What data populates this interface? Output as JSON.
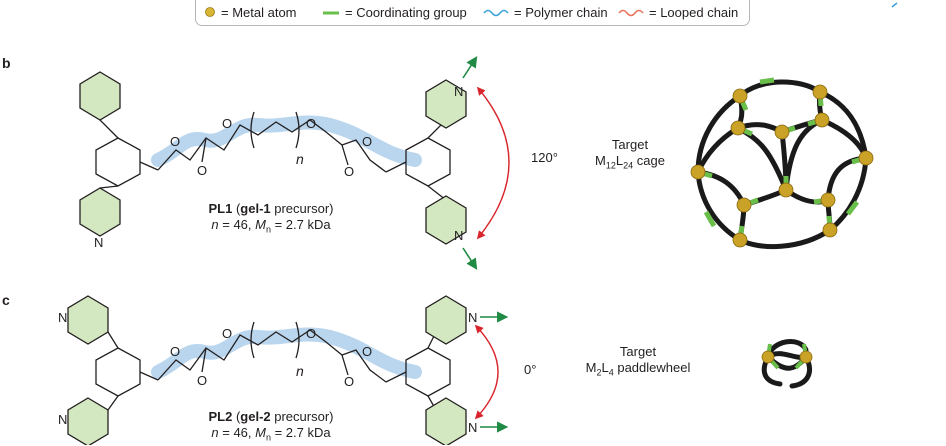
{
  "legend": {
    "metal_atom": "= Metal atom",
    "coordinating_group": "= Coordinating group",
    "polymer_chain": "= Polymer chain",
    "looped_chain": "= Looped chain"
  },
  "panels": [
    {
      "letter": "b",
      "caption_bold": "PL1",
      "caption_gel": "gel-1",
      "caption_rest": " precursor)",
      "caption_line2_n": "n",
      "caption_line2_mid": " = 46, ",
      "caption_line2_M": "M",
      "caption_line2_sub": "n",
      "caption_line2_val": " = 2.7 kDa",
      "angle": "120°",
      "target_line1": "Target",
      "target_M": "M",
      "target_sub1": "12",
      "target_L": "L",
      "target_sub2": "24",
      "target_rest": " cage"
    },
    {
      "letter": "c",
      "caption_bold": "PL2",
      "caption_gel": "gel-2",
      "caption_rest": " precursor)",
      "caption_line2_n": "n",
      "caption_line2_mid": " = 46, ",
      "caption_line2_M": "M",
      "caption_line2_sub": "n",
      "caption_line2_val": " = 2.7 kDa",
      "angle": "0°",
      "target_line1": "Target",
      "target_M": "M",
      "target_sub1": "2",
      "target_L": "L",
      "target_sub2": "4",
      "target_rest": " paddlewheel"
    }
  ],
  "structure_labels": {
    "nitrogen": "N",
    "oxygen": "O",
    "repeat_n": "n",
    "paren_open": "(",
    "paren_close": ")"
  },
  "colors": {
    "metal": "#c9a227",
    "coordinating": "#6abf4b",
    "polymer": "#3aa3d9",
    "looped": "#e8735a",
    "ring_fill": "#d3e8c1",
    "chain_highlight": "#b9d6ee",
    "arrow_green": "#1f8a44",
    "arrow_red": "#d9262c"
  }
}
